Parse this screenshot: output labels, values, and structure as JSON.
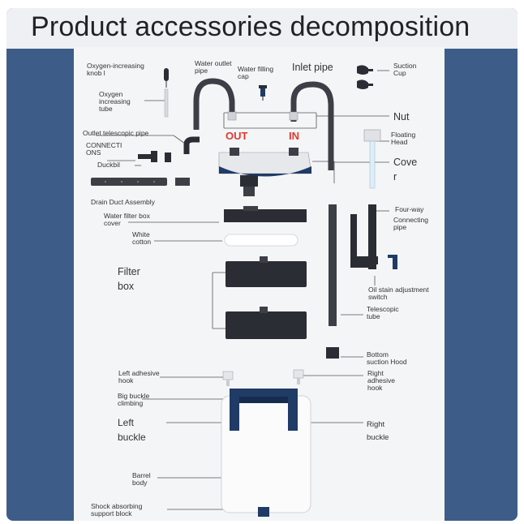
{
  "title": "Product accessories decomposition",
  "labels": {
    "oxygen_knob": "Oxygen-increasing\nknob l",
    "oxygen_tube": "Oxygen\nincreasing\ntube",
    "water_outlet_pipe": "Water outlet\npipe",
    "water_filling_cap": "Water filling\ncap",
    "inlet_pipe": "Inlet pipe",
    "suction_cup": "Suction\nCup",
    "nut": "Nut",
    "outlet_telescopic_pipe": "Outlet telescopic pipe",
    "connections": "CONNECTI\nONS",
    "out": "OUT",
    "in": "IN",
    "floating_head": "Floating\nHead",
    "duckbill": "Duckbil",
    "cover": "Cove\nr",
    "drain_duct": "Drain Duct Assembly",
    "four_way": "Four-way",
    "connecting_pipe": "Connecting\npipe",
    "water_filter_box_cover": "Water filter box\ncover",
    "white_cotton": "White\ncotton",
    "filter_box": "Filter\nbox",
    "oil_stain": "Oil stain adjustment\nswitch",
    "telescopic_tube": "Telescopic\ntube",
    "bottom_suction_hood": "Bottom\nsuction Hood",
    "left_adhesive_hook": "Left adhesive\nhook",
    "right_adhesive_hook": "Right\nadhesive\nhook",
    "big_buckle": "Big buckle\nclimbing",
    "left_buckle": "Left\nbuckle",
    "right_buckle": "Right\nbuckle",
    "barrel_body": "Barrel\nbody",
    "shock_block": "Shock absorbing\nsupport block"
  },
  "colors": {
    "background_blue": "#3d5d88",
    "panel": "#f4f5f7",
    "dark_part": "#2a2d33",
    "navy_part": "#1f3b66",
    "accent_red": "#e0382f"
  }
}
